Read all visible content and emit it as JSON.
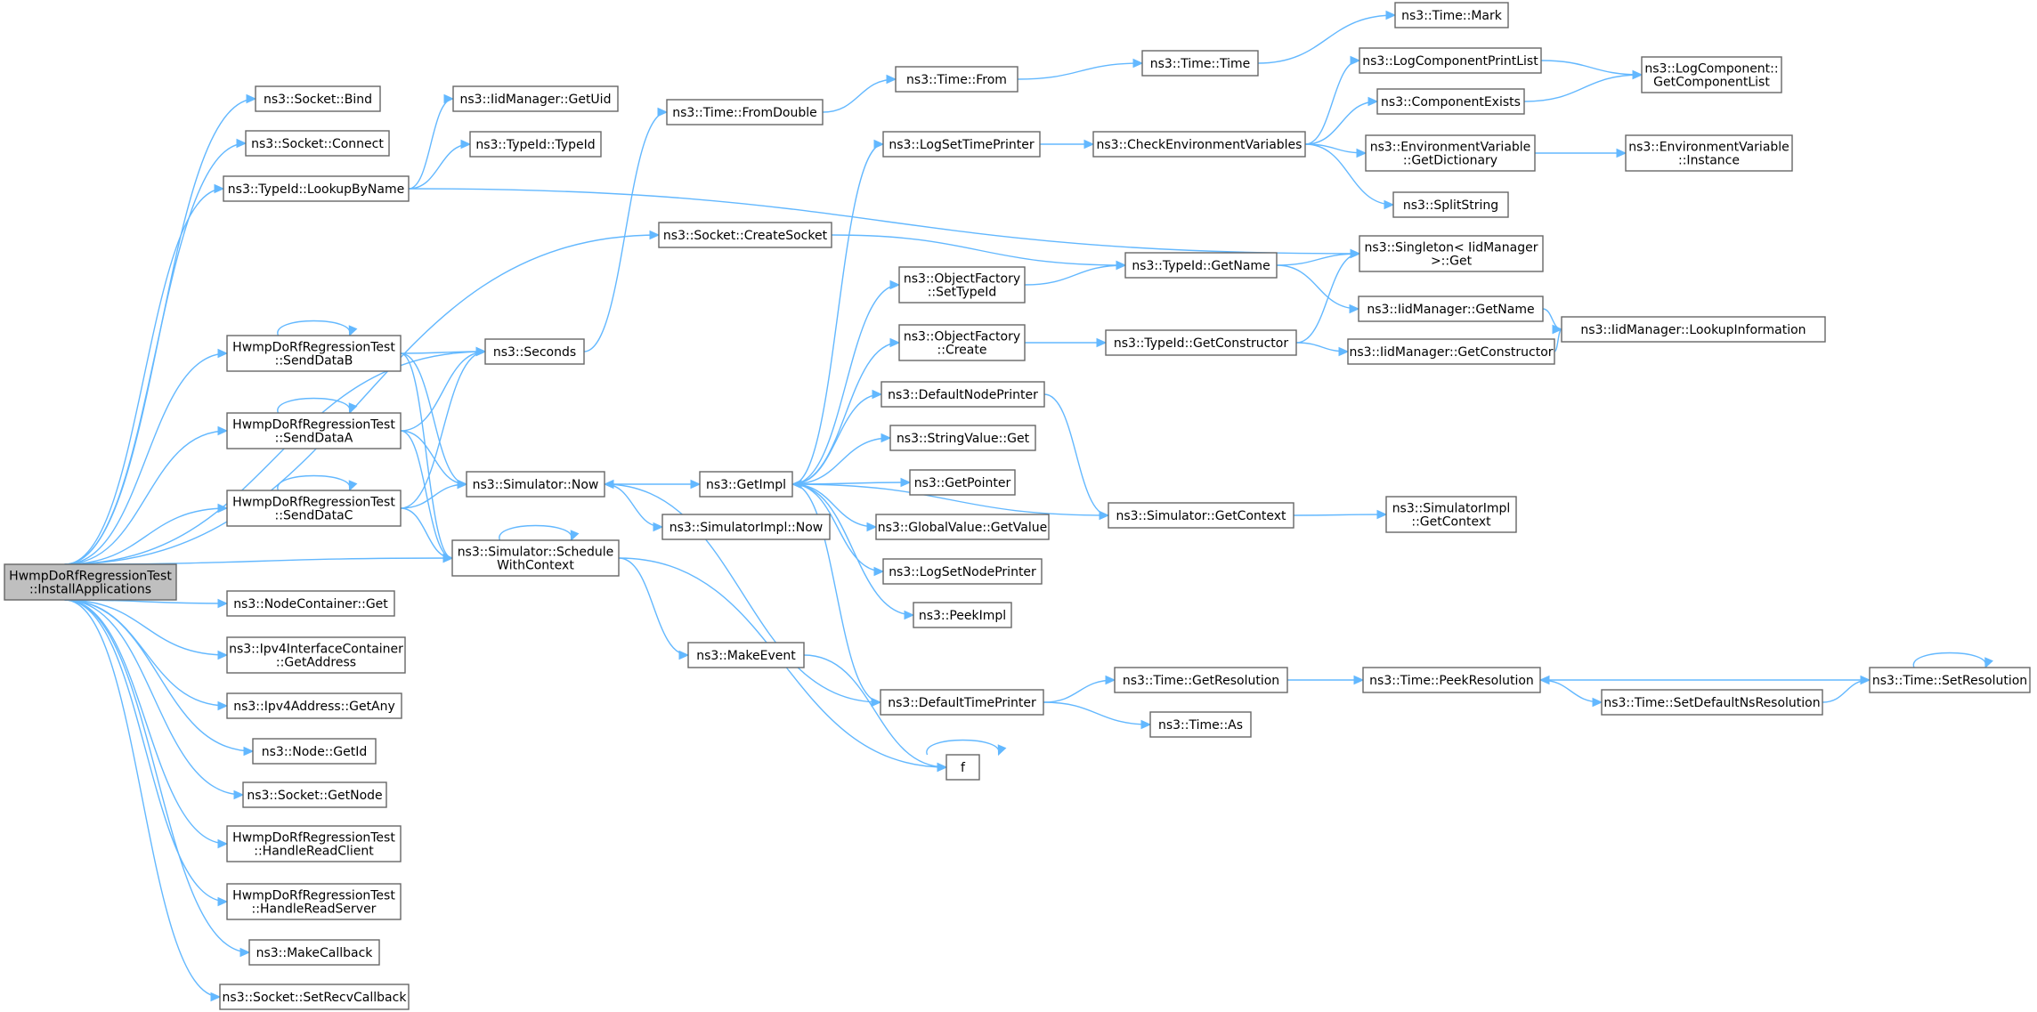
{
  "diagram": {
    "title": "",
    "colors": {
      "edge": "#63b8ff",
      "node_border": "#666666",
      "root_fill": "#bfbfbf",
      "node_fill": "#ffffff"
    },
    "nodes": [
      {
        "id": "root",
        "lines": [
          "HwmpDoRfRegressionTest",
          "::InstallApplications"
        ],
        "root": true
      },
      {
        "id": "sockBind",
        "lines": [
          "ns3::Socket::Bind"
        ]
      },
      {
        "id": "sockConnect",
        "lines": [
          "ns3::Socket::Connect"
        ]
      },
      {
        "id": "lookup",
        "lines": [
          "ns3::TypeId::LookupByName"
        ]
      },
      {
        "id": "getUid",
        "lines": [
          "ns3::IidManager::GetUid"
        ]
      },
      {
        "id": "typeId",
        "lines": [
          "ns3::TypeId::TypeId"
        ]
      },
      {
        "id": "fromDouble",
        "lines": [
          "ns3::Time::FromDouble"
        ]
      },
      {
        "id": "createSocket",
        "lines": [
          "ns3::Socket::CreateSocket"
        ]
      },
      {
        "id": "sendB",
        "lines": [
          "HwmpDoRfRegressionTest",
          "::SendDataB"
        ]
      },
      {
        "id": "sendA",
        "lines": [
          "HwmpDoRfRegressionTest",
          "::SendDataA"
        ]
      },
      {
        "id": "sendC",
        "lines": [
          "HwmpDoRfRegressionTest",
          "::SendDataC"
        ]
      },
      {
        "id": "seconds",
        "lines": [
          "ns3::Seconds"
        ]
      },
      {
        "id": "now",
        "lines": [
          "ns3::Simulator::Now"
        ]
      },
      {
        "id": "schedule",
        "lines": [
          "ns3::Simulator::Schedule",
          "WithContext"
        ]
      },
      {
        "id": "ncGet",
        "lines": [
          "ns3::NodeContainer::Get"
        ]
      },
      {
        "id": "ipv4ic",
        "lines": [
          "ns3::Ipv4InterfaceContainer",
          "::GetAddress"
        ]
      },
      {
        "id": "getAny",
        "lines": [
          "ns3::Ipv4Address::GetAny"
        ]
      },
      {
        "id": "getId",
        "lines": [
          "ns3::Node::GetId"
        ]
      },
      {
        "id": "getNode",
        "lines": [
          "ns3::Socket::GetNode"
        ]
      },
      {
        "id": "readClient",
        "lines": [
          "HwmpDoRfRegressionTest",
          "::HandleReadClient"
        ]
      },
      {
        "id": "readServer",
        "lines": [
          "HwmpDoRfRegressionTest",
          "::HandleReadServer"
        ]
      },
      {
        "id": "makeCallback",
        "lines": [
          "ns3::MakeCallback"
        ]
      },
      {
        "id": "setRecv",
        "lines": [
          "ns3::Socket::SetRecvCallback"
        ]
      },
      {
        "id": "getImpl",
        "lines": [
          "ns3::GetImpl"
        ]
      },
      {
        "id": "simImplNow",
        "lines": [
          "ns3::SimulatorImpl::Now"
        ]
      },
      {
        "id": "makeEvent",
        "lines": [
          "ns3::MakeEvent"
        ]
      },
      {
        "id": "f",
        "lines": [
          "f"
        ]
      },
      {
        "id": "timeFrom",
        "lines": [
          "ns3::Time::From"
        ]
      },
      {
        "id": "timeTime",
        "lines": [
          "ns3::Time::Time"
        ]
      },
      {
        "id": "timeMark",
        "lines": [
          "ns3::Time::Mark"
        ]
      },
      {
        "id": "logSetTime",
        "lines": [
          "ns3::LogSetTimePrinter"
        ]
      },
      {
        "id": "checkEnv",
        "lines": [
          "ns3::CheckEnvironmentVariables"
        ]
      },
      {
        "id": "ofSetType",
        "lines": [
          "ns3::ObjectFactory",
          "::SetTypeId"
        ]
      },
      {
        "id": "ofCreate",
        "lines": [
          "ns3::ObjectFactory",
          "::Create"
        ]
      },
      {
        "id": "defNodePrinter",
        "lines": [
          "ns3::DefaultNodePrinter"
        ]
      },
      {
        "id": "strGet",
        "lines": [
          "ns3::StringValue::Get"
        ]
      },
      {
        "id": "getPointer",
        "lines": [
          "ns3::GetPointer"
        ]
      },
      {
        "id": "gvGetValue",
        "lines": [
          "ns3::GlobalValue::GetValue"
        ]
      },
      {
        "id": "logSetNode",
        "lines": [
          "ns3::LogSetNodePrinter"
        ]
      },
      {
        "id": "peekImpl",
        "lines": [
          "ns3::PeekImpl"
        ]
      },
      {
        "id": "defTimePrinter",
        "lines": [
          "ns3::DefaultTimePrinter"
        ]
      },
      {
        "id": "tidGetName",
        "lines": [
          "ns3::TypeId::GetName"
        ]
      },
      {
        "id": "tidGetCtor",
        "lines": [
          "ns3::TypeId::GetConstructor"
        ]
      },
      {
        "id": "simGetCtx",
        "lines": [
          "ns3::Simulator::GetContext"
        ]
      },
      {
        "id": "simImplGetCtx",
        "lines": [
          "ns3::SimulatorImpl",
          "::GetContext"
        ]
      },
      {
        "id": "timeGetRes",
        "lines": [
          "ns3::Time::GetResolution"
        ]
      },
      {
        "id": "timeAs",
        "lines": [
          "ns3::Time::As"
        ]
      },
      {
        "id": "peekRes",
        "lines": [
          "ns3::Time::PeekResolution"
        ]
      },
      {
        "id": "setDefNs",
        "lines": [
          "ns3::Time::SetDefaultNsResolution"
        ]
      },
      {
        "id": "setRes",
        "lines": [
          "ns3::Time::SetResolution"
        ]
      },
      {
        "id": "logCompPrint",
        "lines": [
          "ns3::LogComponentPrintList"
        ]
      },
      {
        "id": "compExists",
        "lines": [
          "ns3::ComponentExists"
        ]
      },
      {
        "id": "envGetDict",
        "lines": [
          "ns3::EnvironmentVariable",
          "::GetDictionary"
        ]
      },
      {
        "id": "splitString",
        "lines": [
          "ns3::SplitString"
        ]
      },
      {
        "id": "singletonGet",
        "lines": [
          "ns3::Singleton< IidManager",
          " >::Get"
        ]
      },
      {
        "id": "iidGetName",
        "lines": [
          "ns3::IidManager::GetName"
        ]
      },
      {
        "id": "iidGetCtor",
        "lines": [
          "ns3::IidManager::GetConstructor"
        ]
      },
      {
        "id": "iidLookupInfo",
        "lines": [
          "ns3::IidManager::LookupInformation"
        ]
      },
      {
        "id": "logCompList",
        "lines": [
          "ns3::LogComponent::",
          "GetComponentList"
        ]
      },
      {
        "id": "envInstance",
        "lines": [
          "ns3::EnvironmentVariable",
          "::Instance"
        ]
      }
    ],
    "edges": [
      [
        "root",
        "sockBind"
      ],
      [
        "root",
        "sockConnect"
      ],
      [
        "root",
        "lookup"
      ],
      [
        "root",
        "createSocket"
      ],
      [
        "root",
        "seconds"
      ],
      [
        "root",
        "sendB"
      ],
      [
        "root",
        "sendA"
      ],
      [
        "root",
        "sendC"
      ],
      [
        "root",
        "schedule"
      ],
      [
        "root",
        "ncGet"
      ],
      [
        "root",
        "ipv4ic"
      ],
      [
        "root",
        "getAny"
      ],
      [
        "root",
        "getId"
      ],
      [
        "root",
        "getNode"
      ],
      [
        "root",
        "readClient"
      ],
      [
        "root",
        "readServer"
      ],
      [
        "root",
        "makeCallback"
      ],
      [
        "root",
        "setRecv"
      ],
      [
        "lookup",
        "getUid"
      ],
      [
        "lookup",
        "typeId"
      ],
      [
        "lookup",
        "singletonGet"
      ],
      [
        "createSocket",
        "tidGetName"
      ],
      [
        "sendB",
        "sendB"
      ],
      [
        "sendB",
        "seconds"
      ],
      [
        "sendB",
        "now"
      ],
      [
        "sendB",
        "schedule"
      ],
      [
        "sendA",
        "sendA"
      ],
      [
        "sendA",
        "seconds"
      ],
      [
        "sendA",
        "now"
      ],
      [
        "sendA",
        "schedule"
      ],
      [
        "sendC",
        "sendC"
      ],
      [
        "sendC",
        "seconds"
      ],
      [
        "sendC",
        "now"
      ],
      [
        "sendC",
        "schedule"
      ],
      [
        "seconds",
        "fromDouble"
      ],
      [
        "now",
        "getImpl"
      ],
      [
        "now",
        "simImplNow"
      ],
      [
        "schedule",
        "schedule"
      ],
      [
        "schedule",
        "makeEvent"
      ],
      [
        "schedule",
        "f"
      ],
      [
        "makeEvent",
        "f"
      ],
      [
        "f",
        "f"
      ],
      [
        "fromDouble",
        "timeFrom"
      ],
      [
        "timeFrom",
        "timeTime"
      ],
      [
        "timeTime",
        "timeMark"
      ],
      [
        "getImpl",
        "logSetTime"
      ],
      [
        "getImpl",
        "ofSetType"
      ],
      [
        "getImpl",
        "ofCreate"
      ],
      [
        "getImpl",
        "defNodePrinter"
      ],
      [
        "getImpl",
        "strGet"
      ],
      [
        "getImpl",
        "getPointer"
      ],
      [
        "getImpl",
        "gvGetValue"
      ],
      [
        "getImpl",
        "logSetNode"
      ],
      [
        "getImpl",
        "peekImpl"
      ],
      [
        "getImpl",
        "defTimePrinter"
      ],
      [
        "defTimePrinter",
        "now"
      ],
      [
        "defTimePrinter",
        "timeGetRes"
      ],
      [
        "defTimePrinter",
        "timeAs"
      ],
      [
        "simGetCtx",
        "getImpl"
      ],
      [
        "defNodePrinter",
        "simGetCtx"
      ],
      [
        "simGetCtx",
        "simImplGetCtx"
      ],
      [
        "logSetTime",
        "checkEnv"
      ],
      [
        "checkEnv",
        "logCompPrint"
      ],
      [
        "checkEnv",
        "compExists"
      ],
      [
        "checkEnv",
        "envGetDict"
      ],
      [
        "checkEnv",
        "splitString"
      ],
      [
        "logCompPrint",
        "logCompList"
      ],
      [
        "compExists",
        "logCompList"
      ],
      [
        "envGetDict",
        "envInstance"
      ],
      [
        "ofSetType",
        "tidGetName"
      ],
      [
        "ofCreate",
        "tidGetCtor"
      ],
      [
        "tidGetName",
        "singletonGet"
      ],
      [
        "tidGetName",
        "iidGetName"
      ],
      [
        "tidGetCtor",
        "singletonGet"
      ],
      [
        "tidGetCtor",
        "iidGetCtor"
      ],
      [
        "iidGetName",
        "iidLookupInfo"
      ],
      [
        "iidGetCtor",
        "iidLookupInfo"
      ],
      [
        "timeGetRes",
        "peekRes"
      ],
      [
        "peekRes",
        "setDefNs"
      ],
      [
        "setDefNs",
        "setRes"
      ],
      [
        "setRes",
        "peekRes"
      ],
      [
        "setRes",
        "setRes"
      ]
    ]
  }
}
